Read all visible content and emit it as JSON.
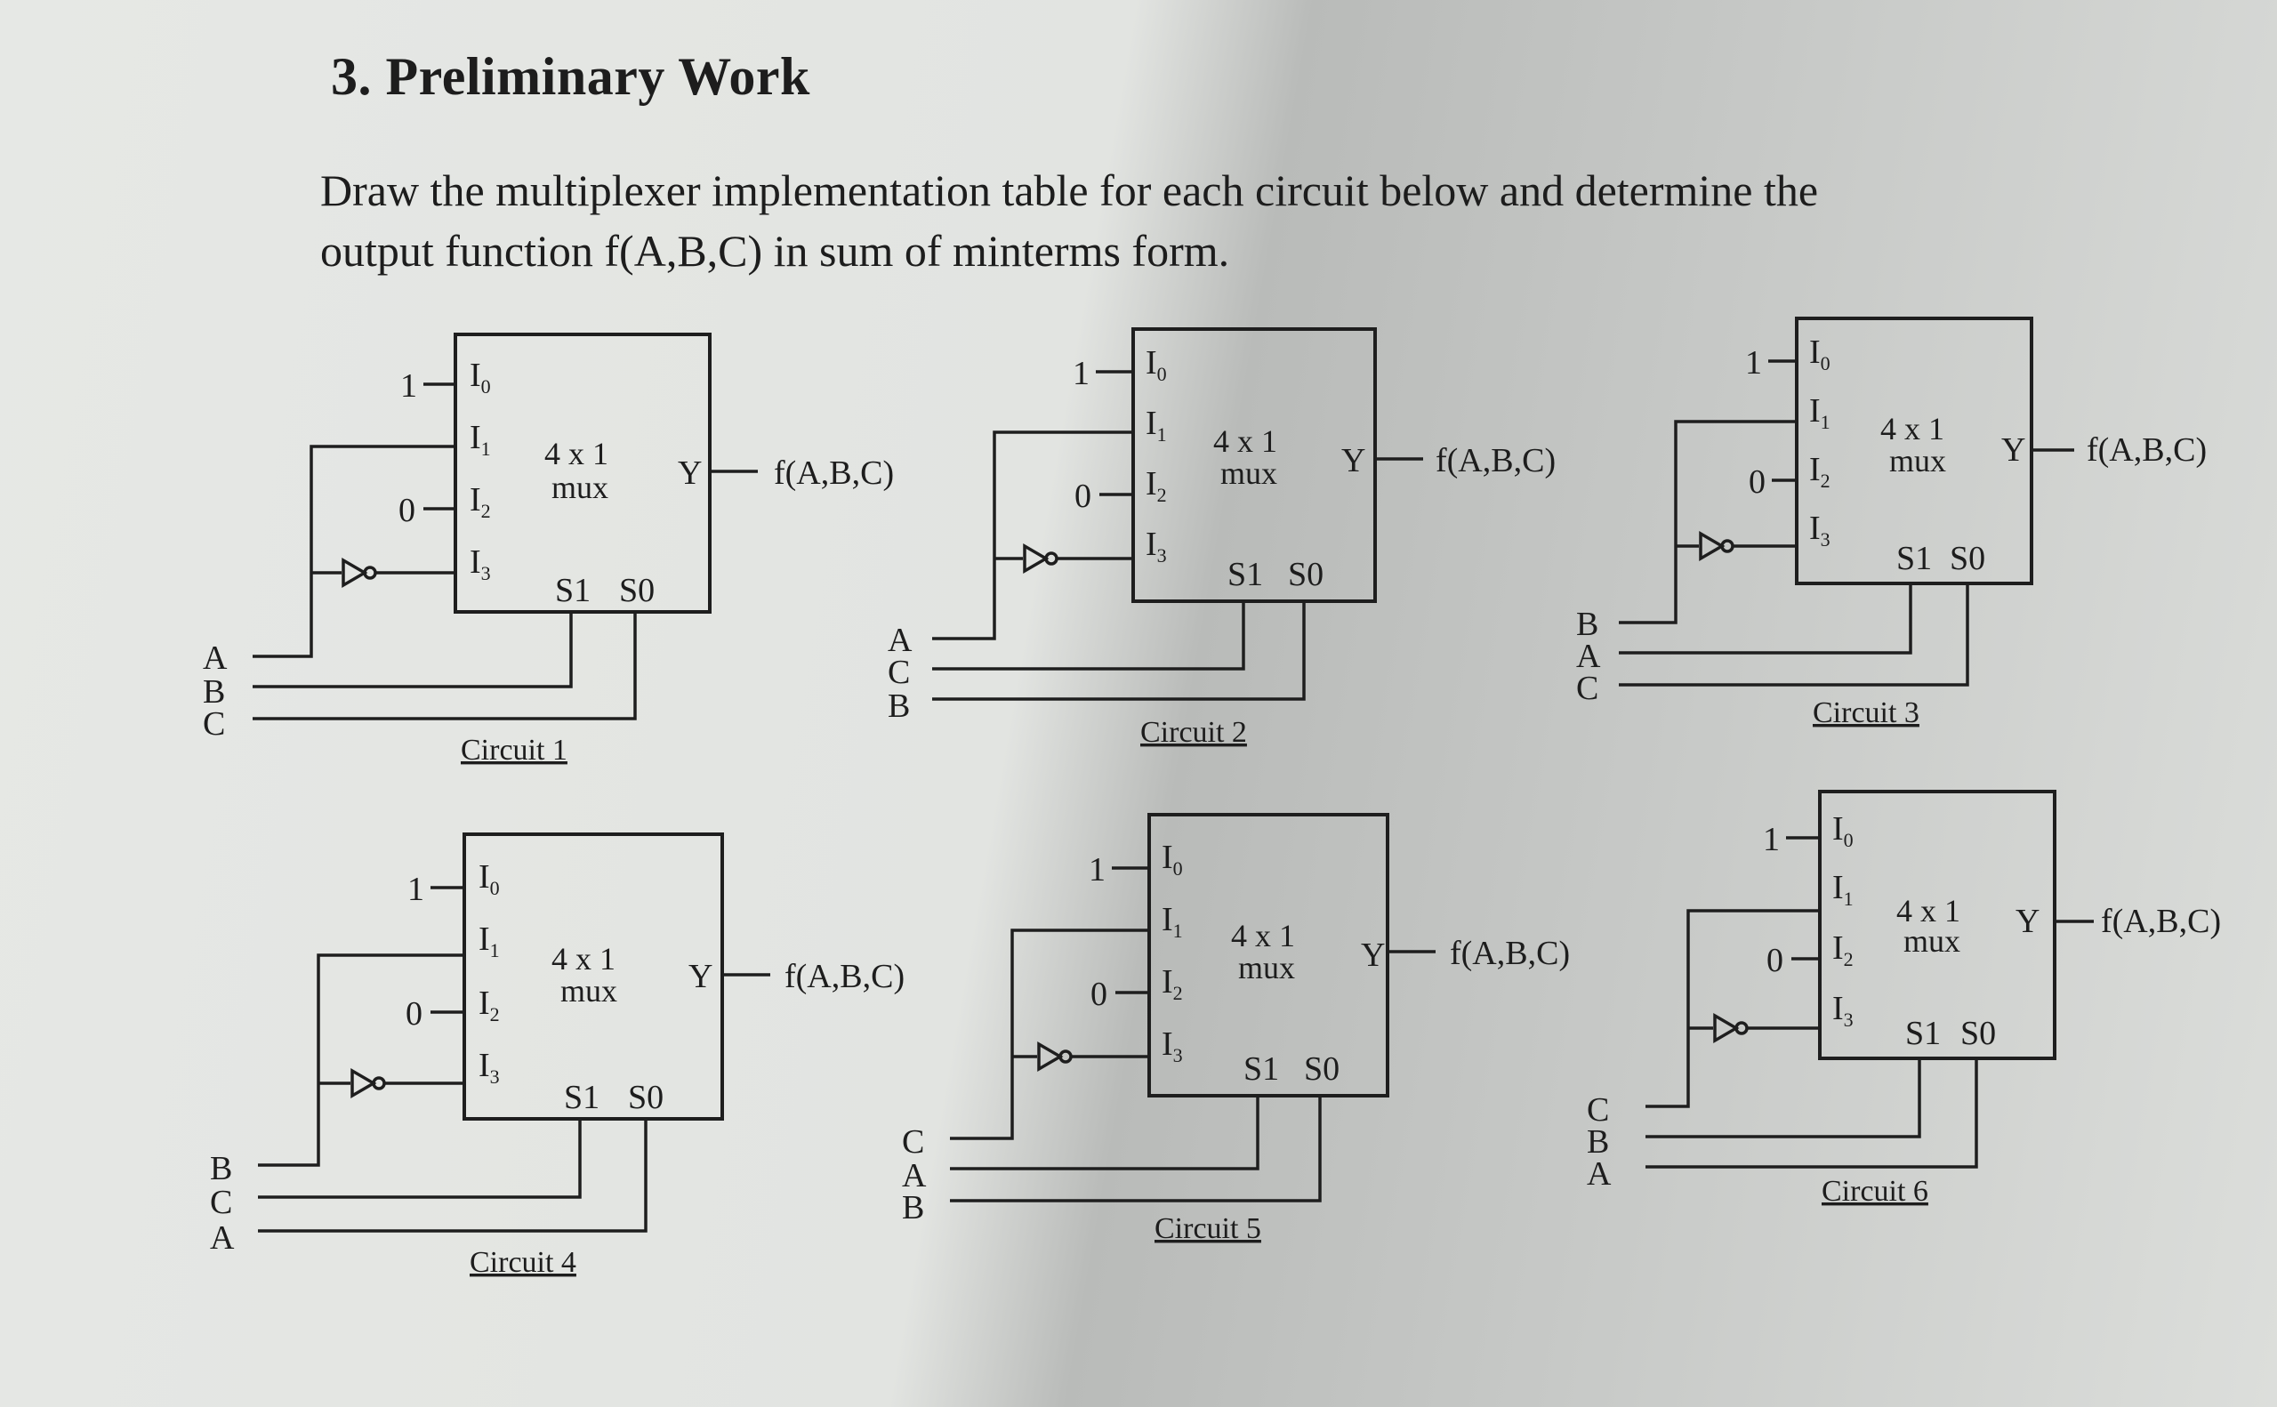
{
  "heading": "3. Preliminary Work",
  "instruction": {
    "line1": "Draw the multiplexer implementation table for each circuit below and determine the",
    "line2": "output function f(A,B,C) in sum of minterms form."
  },
  "mux": {
    "type": "4 x 1",
    "name": "mux",
    "inputs": [
      "I",
      "I",
      "I",
      "I"
    ],
    "input_indices": [
      "0",
      "1",
      "2",
      "3"
    ],
    "select_1": "S1",
    "select_0": "S0",
    "output": "Y",
    "function": "f(A,B,C)",
    "const_high": "1",
    "const_low": "0"
  },
  "circuits": [
    {
      "caption": "Circuit 1",
      "variables": [
        "A",
        "B",
        "C"
      ]
    },
    {
      "caption": "Circuit 2",
      "variables": [
        "A",
        "C",
        "B"
      ]
    },
    {
      "caption": "Circuit 3",
      "variables": [
        "B",
        "A",
        "C"
      ]
    },
    {
      "caption": "Circuit 4",
      "variables": [
        "B",
        "C",
        "A"
      ]
    },
    {
      "caption": "Circuit 5",
      "variables": [
        "C",
        "A",
        "B"
      ]
    },
    {
      "caption": "Circuit 6",
      "variables": [
        "C",
        "B",
        "A"
      ]
    }
  ]
}
